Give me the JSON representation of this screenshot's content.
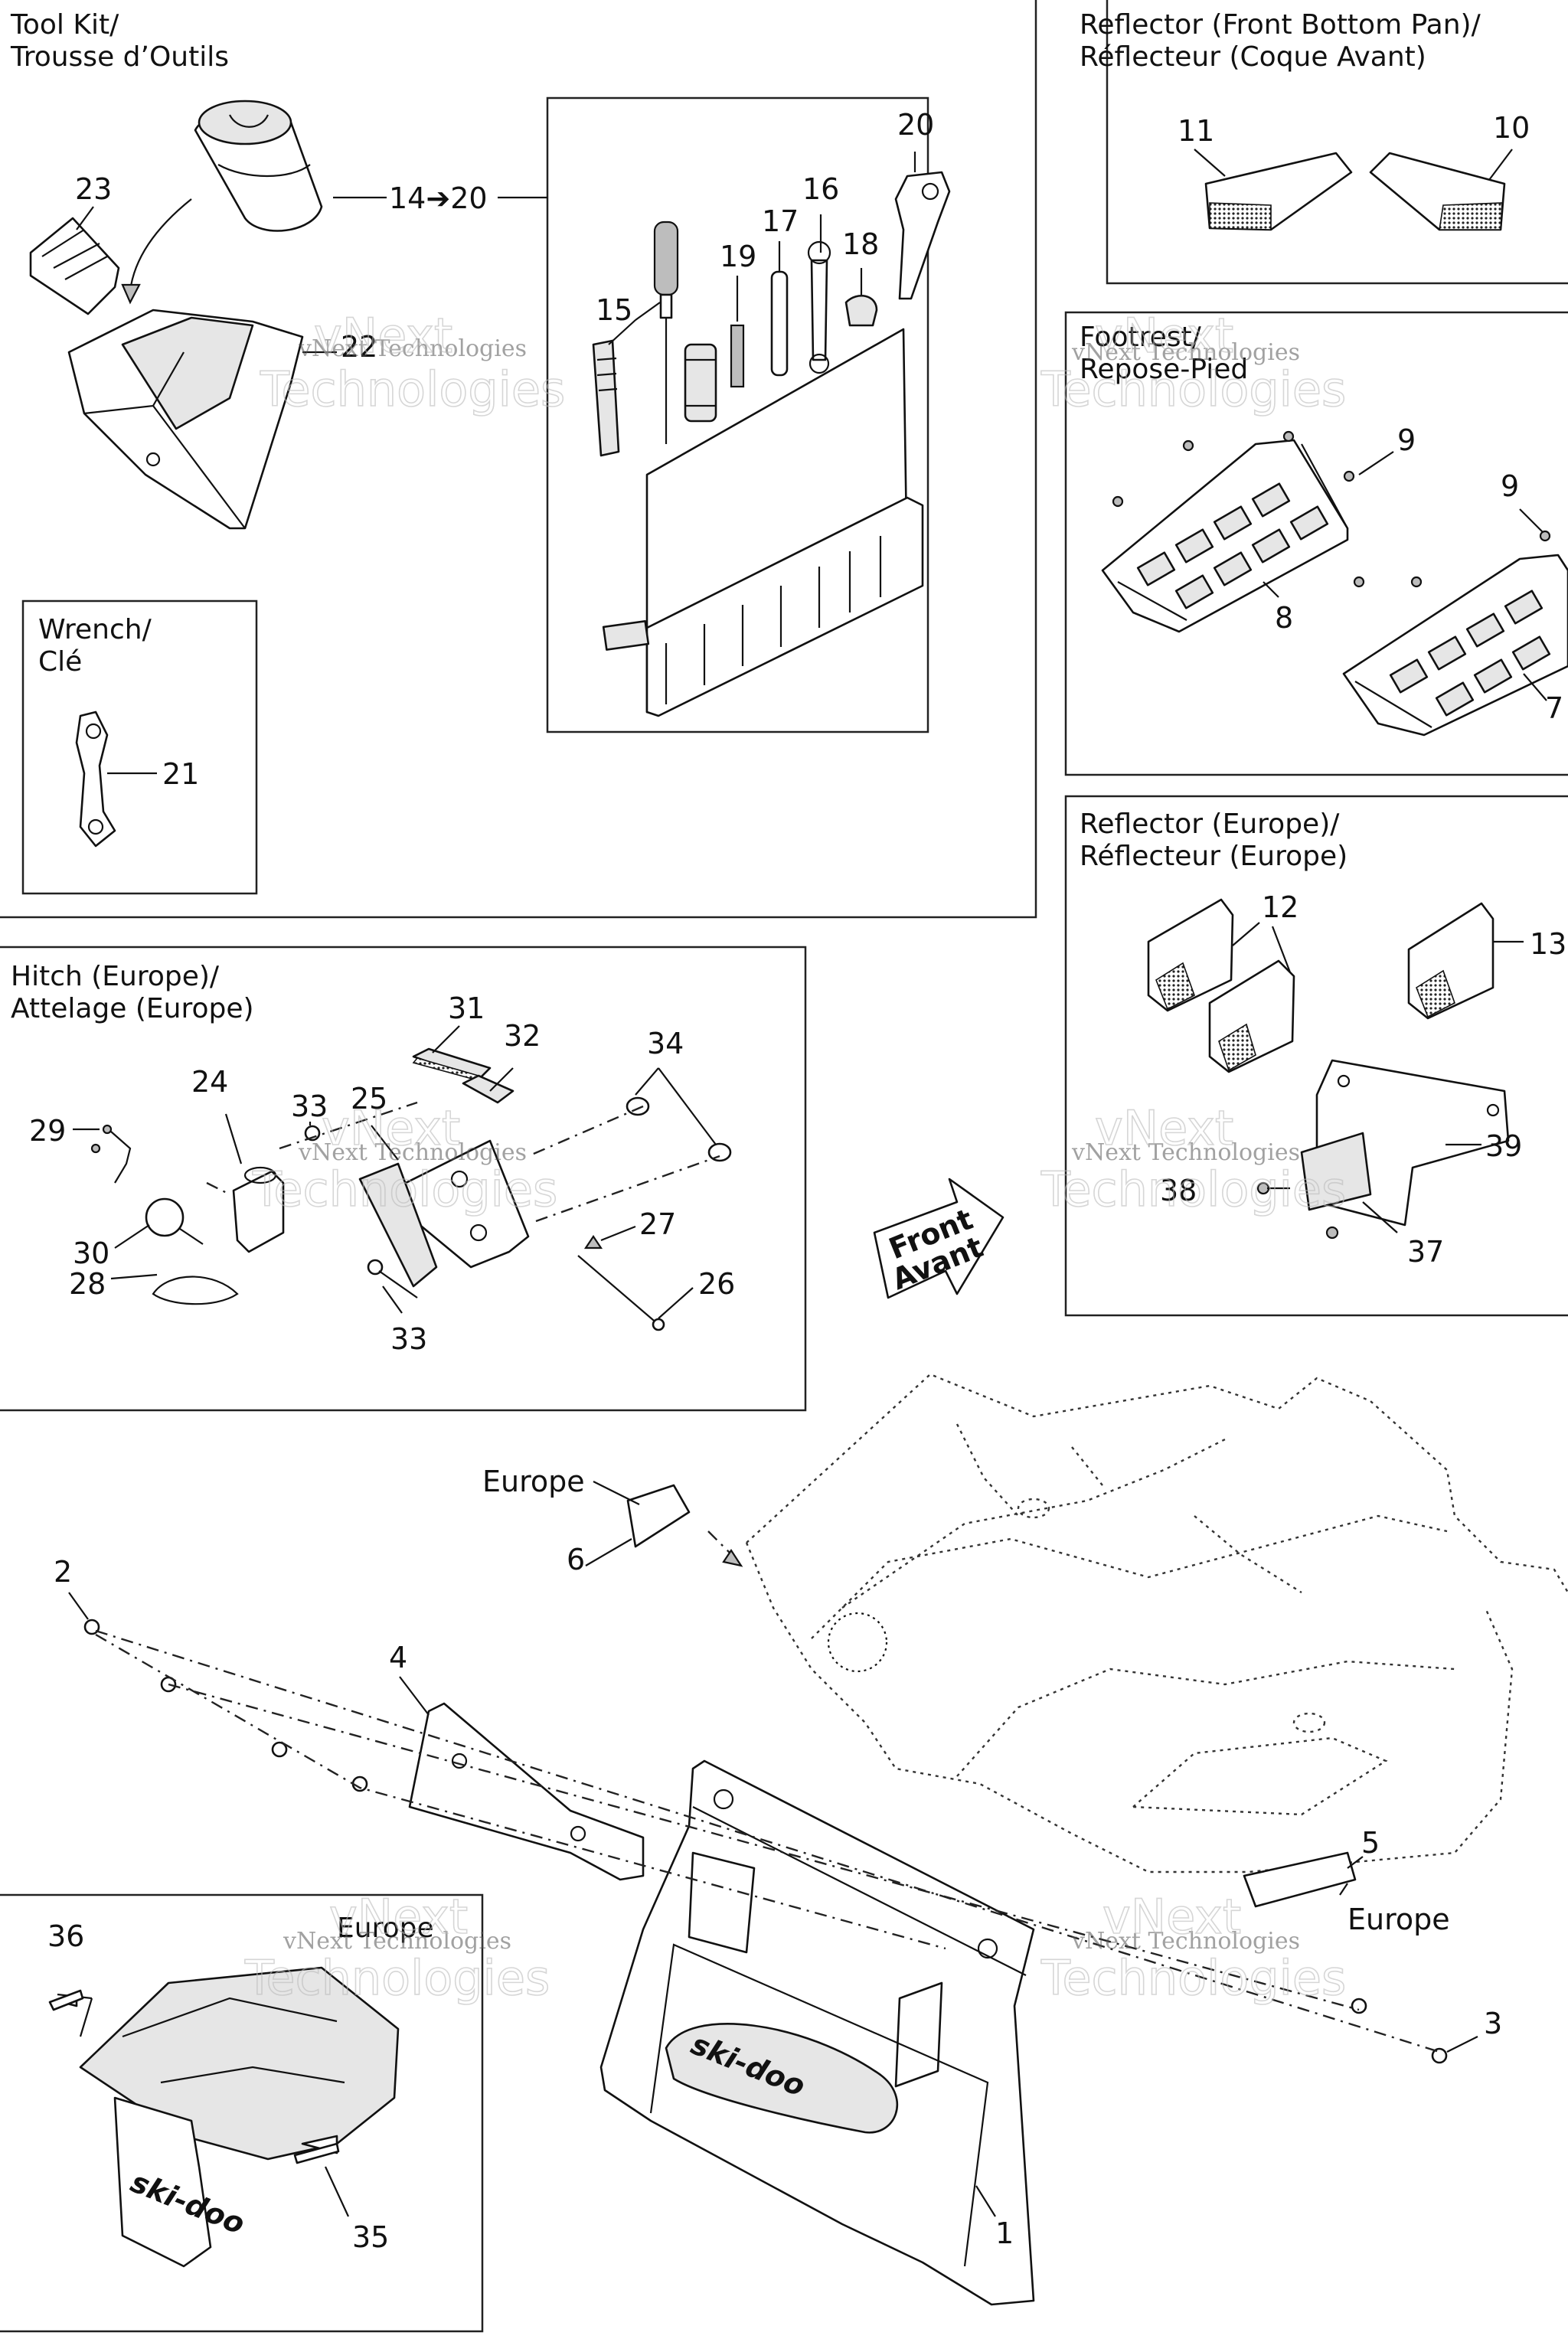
{
  "sections": {
    "tool_kit": "Tool Kit/\nTrousse d’Outils",
    "wrench": "Wrench/\nClé",
    "hitch": "Hitch (Europe)/\nAttelage (Europe)",
    "reflector_front": "Reflector (Front Bottom Pan)/\nRéflecteur (Coque Avant)",
    "footrest": "Footrest/\nRepose-Pied",
    "reflector_europe": "Reflector (Europe)/\nRéflecteur (Europe)",
    "europe_inset": "Europe"
  },
  "callouts": {
    "range": "14➔20",
    "c1": "1",
    "c2": "2",
    "c3": "3",
    "c4": "4",
    "c5": "5",
    "c6": "6",
    "c7": "7",
    "c8": "8",
    "c9a": "9",
    "c9b": "9",
    "c10": "10",
    "c11": "11",
    "c12": "12",
    "c13": "13",
    "c15": "15",
    "c16": "16",
    "c17": "17",
    "c18": "18",
    "c19": "19",
    "c20": "20",
    "c21": "21",
    "c22": "22",
    "c23": "23",
    "c24": "24",
    "c25": "25",
    "c26": "26",
    "c27": "27",
    "c28": "28",
    "c29": "29",
    "c30": "30",
    "c31": "31",
    "c32": "32",
    "c33a": "33",
    "c33b": "33",
    "c34": "34",
    "c35": "35",
    "c36": "36",
    "c37": "37",
    "c38": "38",
    "c39": "39"
  },
  "labels": {
    "europe_6": "Europe",
    "europe_5": "Europe",
    "front_line1": "Front",
    "front_line2": "Avant",
    "brand": "ski-doo"
  },
  "watermark": {
    "line1": "vNext Technologies",
    "line2": "vNext",
    "line3": "Technologies"
  }
}
